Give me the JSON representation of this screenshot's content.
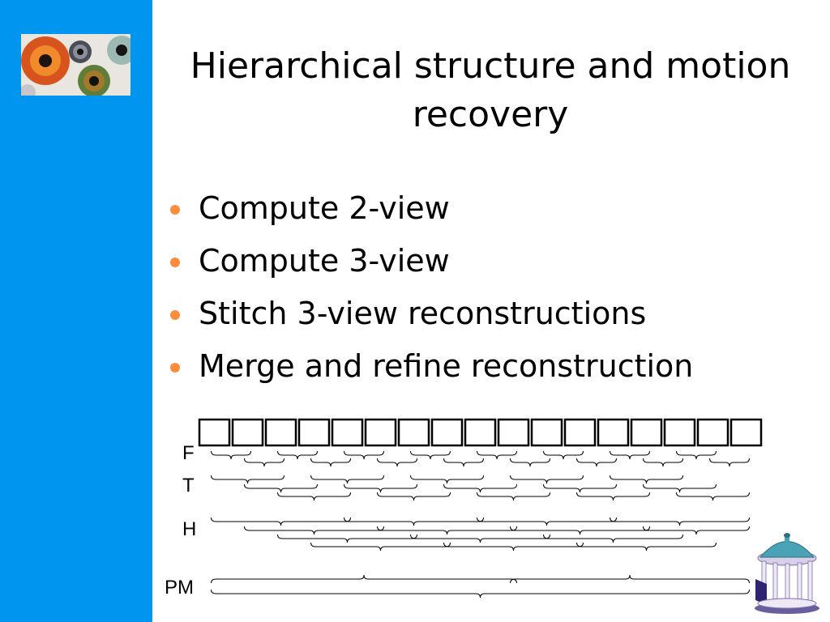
{
  "slide": {
    "title": "Hierarchical structure and motion recovery",
    "bullets": [
      "Compute 2-view",
      "Compute 3-view",
      "Stitch 3-view reconstructions",
      "Merge and refine reconstruction"
    ]
  },
  "diagram": {
    "frame_count": 17,
    "labels": {
      "f": "F",
      "t": "T",
      "h": "H",
      "pm": "PM"
    }
  },
  "colors": {
    "sidebar": "#0096f0",
    "bullet": "#ff8c3c"
  }
}
